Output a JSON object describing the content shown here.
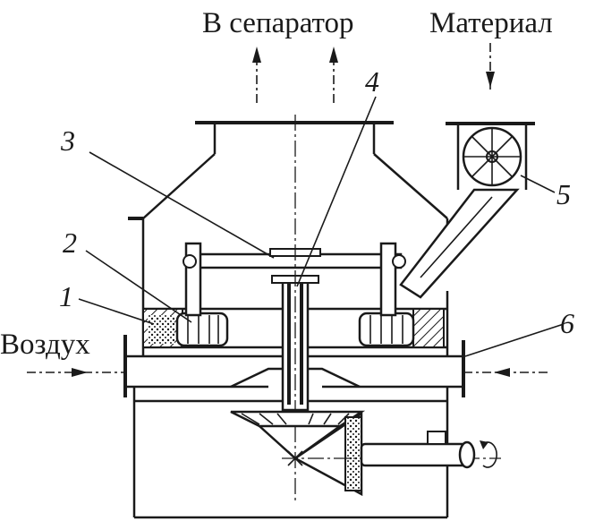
{
  "labels": {
    "to_separator": "В сепаратор",
    "material": "Материал",
    "air": "Воздух"
  },
  "callouts": [
    "1",
    "2",
    "3",
    "4",
    "5",
    "6"
  ]
}
